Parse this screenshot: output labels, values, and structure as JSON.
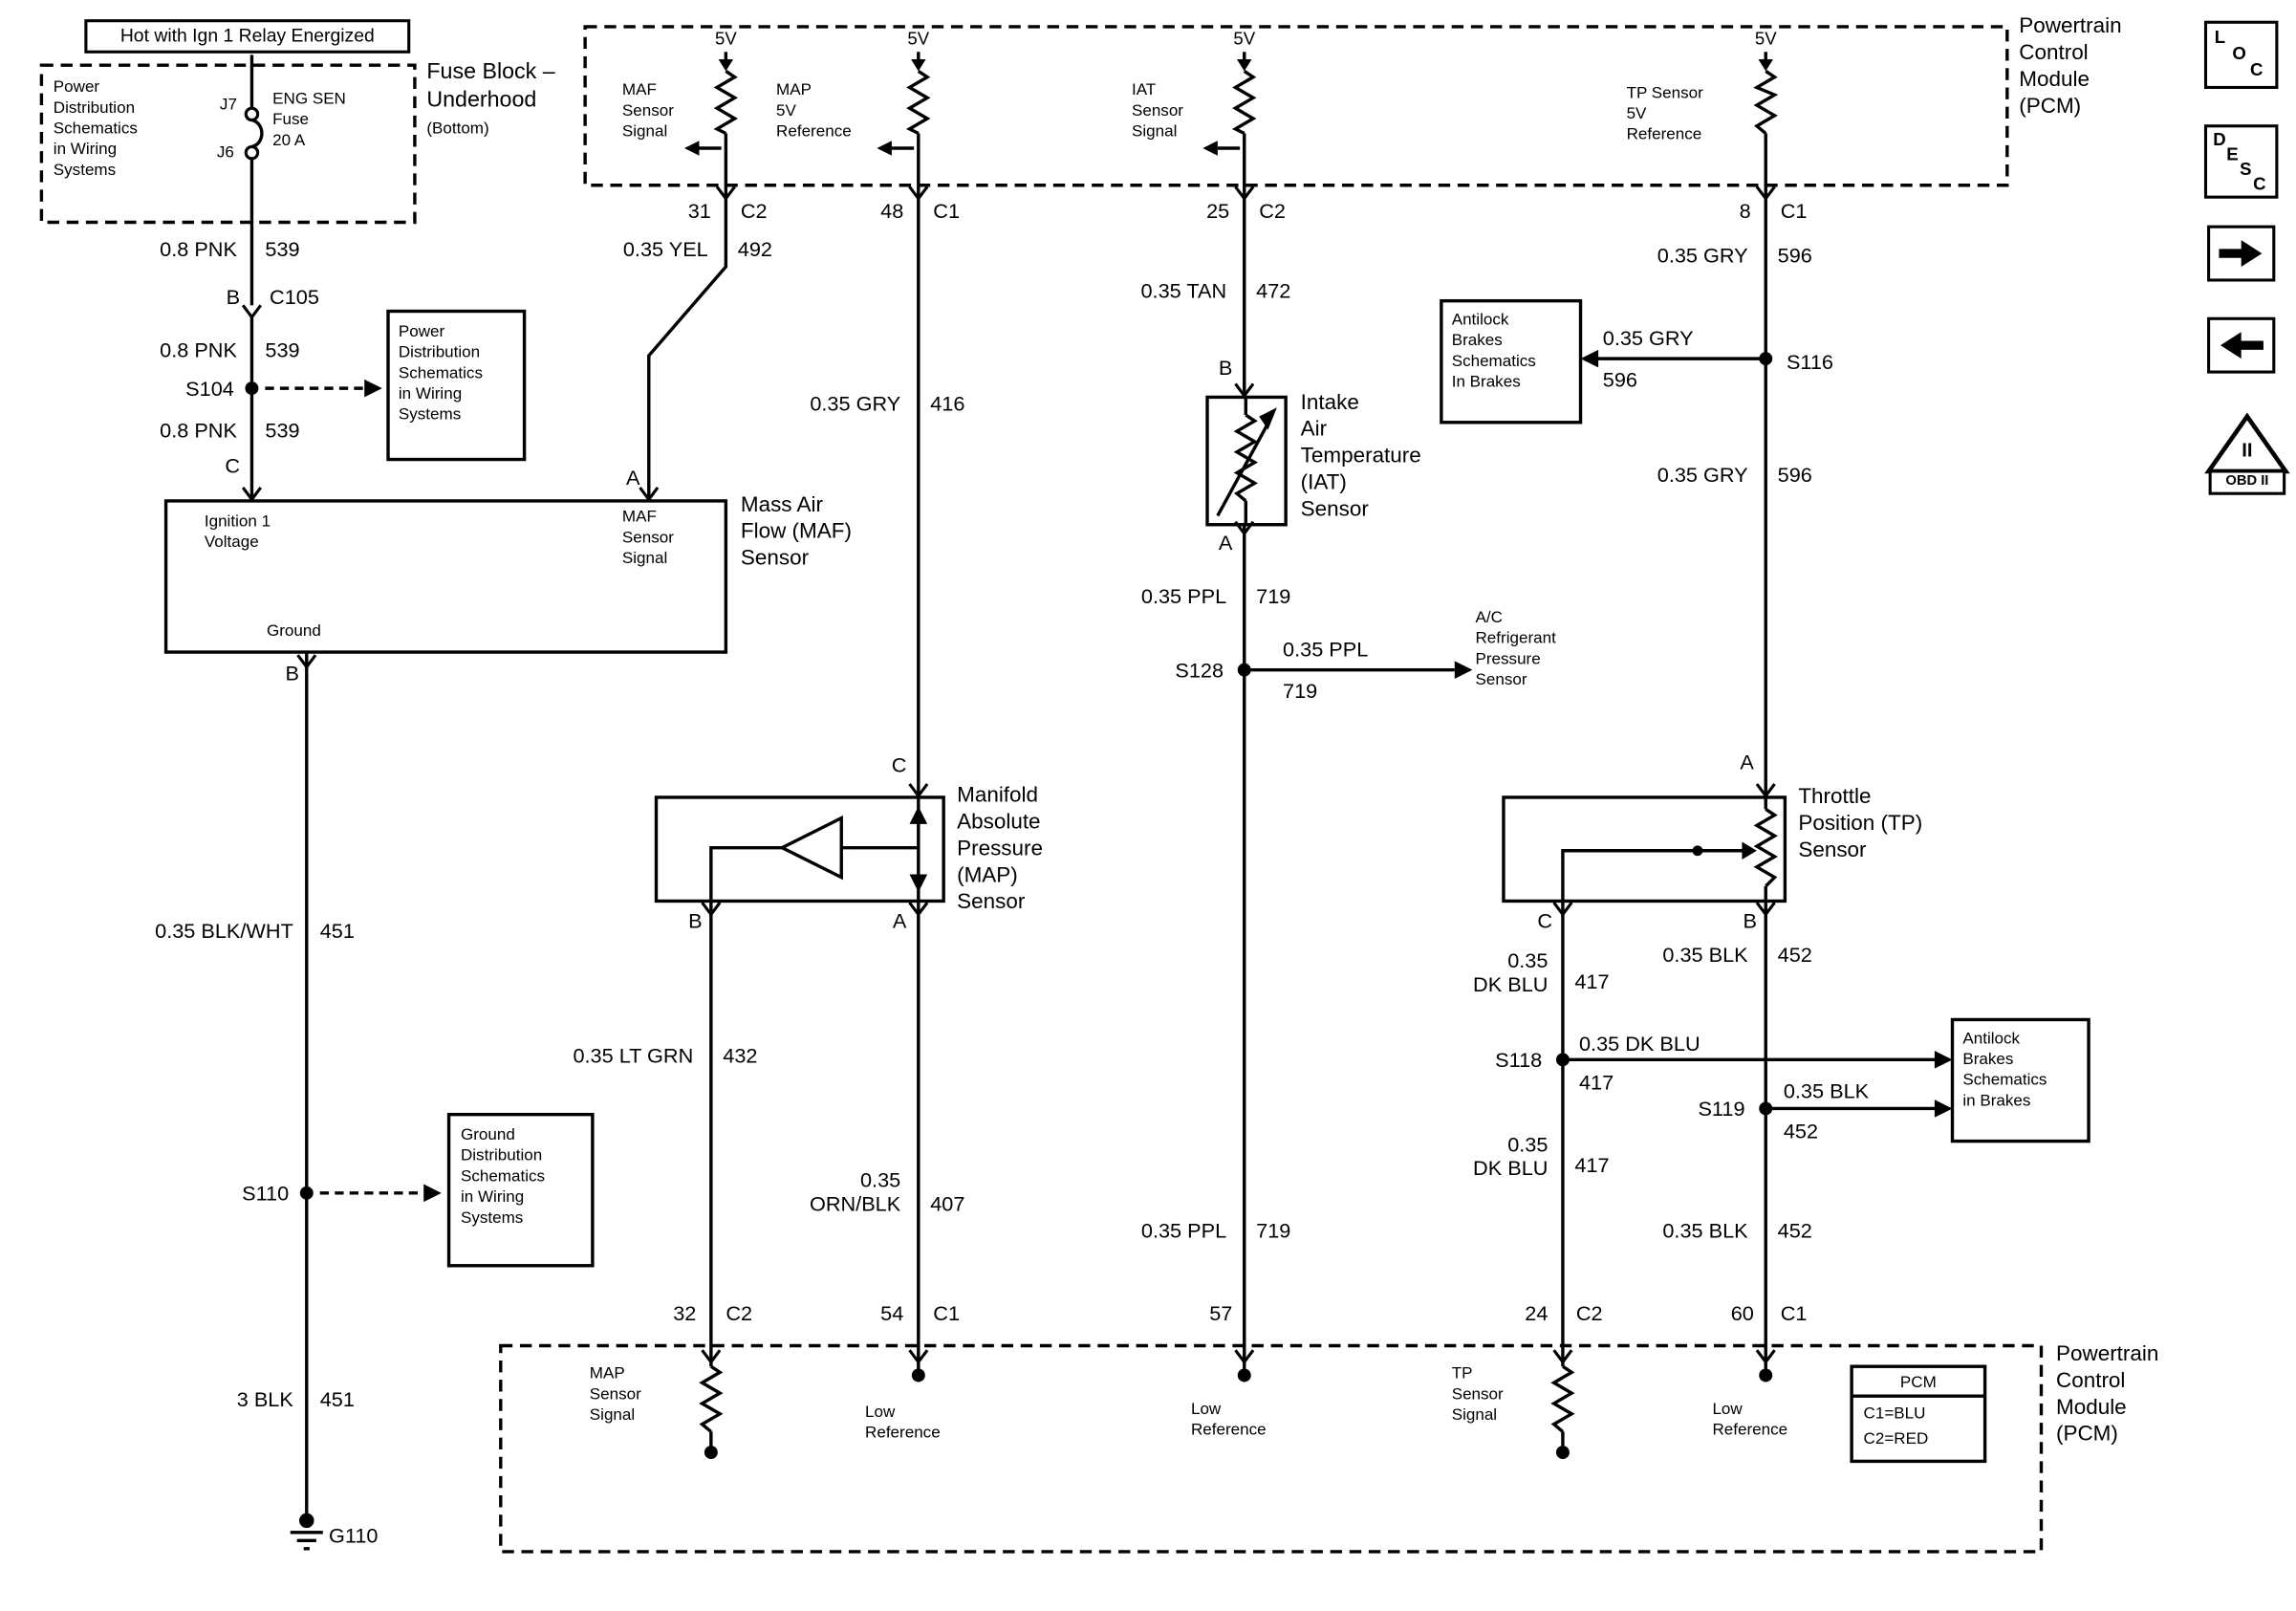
{
  "banner": {
    "text": "Hot with Ign 1 Relay Energized"
  },
  "fuse": {
    "note": "Power\nDistribution\nSchematics\nin Wiring\nSystems",
    "j7": "J7",
    "j6": "J6",
    "name": "ENG SEN\nFuse\n20 A",
    "title": "Fuse Block –\nUnderhood",
    "subtitle": "(Bottom)"
  },
  "left": {
    "w1c": "0.8 PNK",
    "w1n": "539",
    "pinB": "B",
    "conn": "C105",
    "w2c": "0.8 PNK",
    "w2n": "539",
    "s104": "S104",
    "powerBox": "Power\nDistribution\nSchematics\nin Wiring\nSystems",
    "w3c": "0.8 PNK",
    "w3n": "539",
    "pinC": "C"
  },
  "maf": {
    "ignition": "Ignition 1\nVoltage",
    "signal": "MAF\nSensor\nSignal",
    "ground": "Ground",
    "pinA": "A",
    "pinB": "B",
    "label": "Mass Air\nFlow (MAF)\nSensor"
  },
  "gnd": {
    "w1c": "0.35 BLK/WHT",
    "w1n": "451",
    "s110": "S110",
    "groundBox": "Ground\nDistribution\nSchematics\nin Wiring\nSystems",
    "w2c": "3 BLK",
    "w2n": "451",
    "g110": "G110"
  },
  "pcmTop": {
    "label": "Powertrain\nControl\nModule\n(PCM)",
    "v5": "5V",
    "mafSignal": "MAF\nSensor\nSignal",
    "mapRef": "MAP\n5V\nReference",
    "iatSignal": "IAT\nSensor\nSignal",
    "tpRef": "TP Sensor\n5V\nReference",
    "t31": "31",
    "t31c": "C2",
    "t48": "48",
    "t48c": "C1",
    "t25": "25",
    "t25c": "C2",
    "t8": "8",
    "t8c": "C1"
  },
  "mafWire": {
    "c": "0.35 YEL",
    "n": "492"
  },
  "map": {
    "w1c": "0.35 GRY",
    "w1n": "416",
    "pinC": "C",
    "pinB": "B",
    "pinA": "A",
    "label": "Manifold\nAbsolute\nPressure\n(MAP)\nSensor",
    "sigC": "0.35 LT GRN",
    "sigN": "432",
    "lowC": "0.35\nORN/BLK",
    "lowN": "407",
    "t32": "32",
    "t32c": "C2",
    "t54": "54",
    "t54c": "C1"
  },
  "iat": {
    "w1c": "0.35 TAN",
    "w1n": "472",
    "pinB": "B",
    "pinA": "A",
    "label": "Intake\nAir\nTemperature\n(IAT)\nSensor",
    "w2c": "0.35 PPL",
    "w2n": "719",
    "s128": "S128",
    "hC": "0.35 PPL",
    "hN": "719",
    "acLabel": "A/C\nRefrigerant\nPressure\nSensor",
    "w3c": "0.35 PPL",
    "w3n": "719",
    "t57": "57"
  },
  "tp": {
    "w1c": "0.35 GRY",
    "w1n": "596",
    "s116": "S116",
    "abC": "0.35 GRY",
    "abN": "596",
    "antilock1": "Antilock\nBrakes\nSchematics\nIn Brakes",
    "w2c": "0.35 GRY",
    "w2n": "596",
    "pinA": "A",
    "pinC": "C",
    "pinB": "B",
    "label": "Throttle\nPosition (TP)\nSensor",
    "cw1c": "0.35\nDK BLU",
    "cw1n": "417",
    "s118": "S118",
    "s118hC": "0.35 DK BLU",
    "s118hN": "417",
    "cw2c": "0.35\nDK BLU",
    "cw2n": "417",
    "t24": "24",
    "t24c": "C2",
    "bw1c": "0.35 BLK",
    "bw1n": "452",
    "s119": "S119",
    "s119hC": "0.35 BLK",
    "s119hN": "452",
    "antilock2": "Antilock\nBrakes\nSchematics\nin Brakes",
    "bw2c": "0.35 BLK",
    "bw2n": "452",
    "t60": "60",
    "t60c": "C1"
  },
  "pcmBottom": {
    "label": "Powertrain\nControl\nModule\n(PCM)",
    "mapSignal": "MAP\nSensor\nSignal",
    "low": "Low\nReference",
    "tpSignal": "TP\nSensor\nSignal",
    "legendTitle": "PCM",
    "legend1": "C1=BLU",
    "legend2": "C2=RED"
  },
  "sidebar": {
    "loc": [
      "L",
      "O",
      "C"
    ],
    "desc": [
      "D",
      "E",
      "S",
      "C"
    ],
    "obd2": "II",
    "obdLabel": "OBD II"
  }
}
